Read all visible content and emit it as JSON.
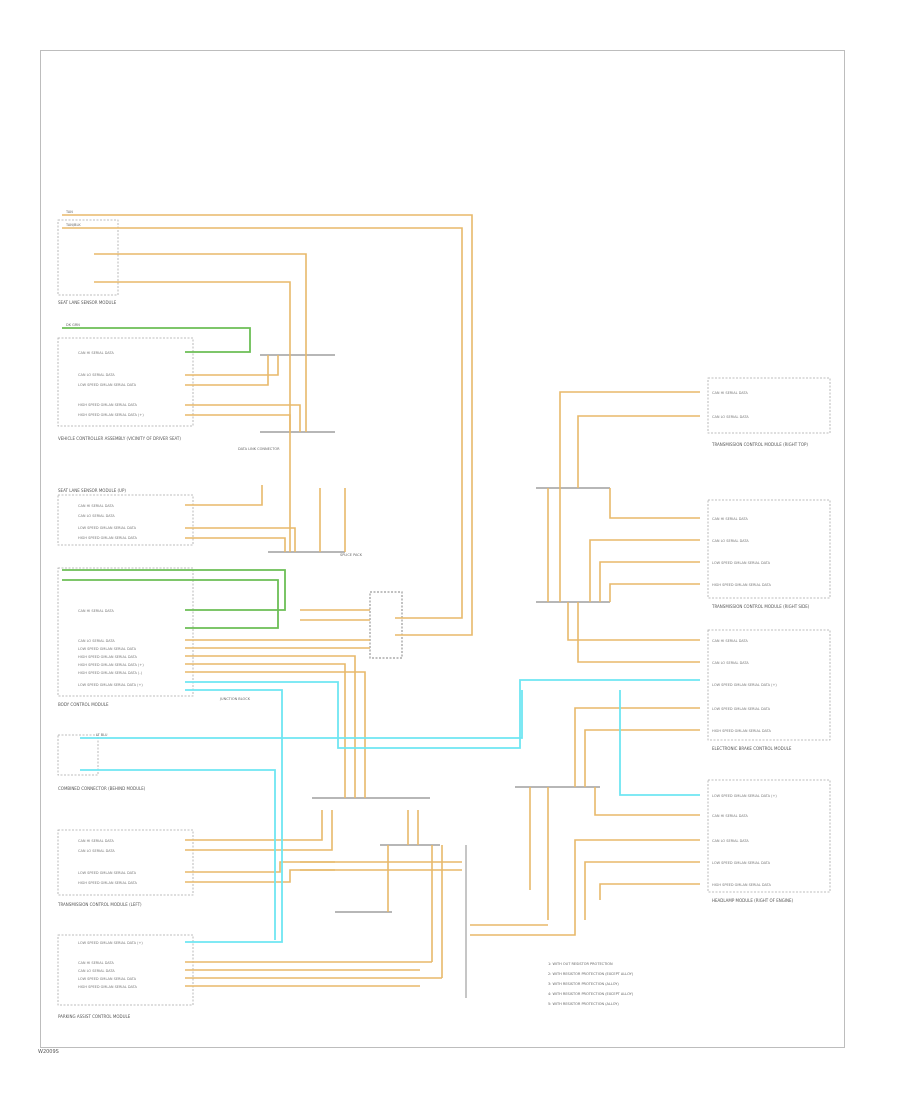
{
  "diagram": {
    "id": "W2009S",
    "colors": {
      "tan": "#e8b96a",
      "tan_black": "#f2cf7a",
      "dark_green": "#6cbf55",
      "light_blue": "#6fe6f2",
      "frame": "#bdbdbd",
      "component": "#9e9e9e"
    },
    "components": [
      {
        "key": "seat_sensor",
        "label": "SEAT LANE SENSOR MODULE"
      },
      {
        "key": "vehicle_controller",
        "label": "VEHICLE CONTROLLER ASSEMBLY (VICINITY OF DRIVER SEAT)"
      },
      {
        "key": "seat_lane",
        "label": "SEAT LANE SENSOR MODULE (UP)"
      },
      {
        "key": "body_control",
        "label": "BODY CONTROL MODULE"
      },
      {
        "key": "connector",
        "label": "COMBINED CONNECTOR (BEHIND MODULE)"
      },
      {
        "key": "transmission_left",
        "label": "TRANSMISSION CONTROL MODULE (LEFT)"
      },
      {
        "key": "parking_assist",
        "label": "PARKING ASSIST CONTROL MODULE"
      },
      {
        "key": "right_top",
        "label": "TRANSMISSION CONTROL MODULE (RIGHT TOP)"
      },
      {
        "key": "right_mid",
        "label": "TRANSMISSION CONTROL MODULE (RIGHT SIDE)"
      },
      {
        "key": "right_lower",
        "label": "ELECTRONIC BRAKE CONTROL MODULE"
      },
      {
        "key": "right_bottom",
        "label": "HEADLAMP MODULE (RIGHT OF ENGINE)"
      }
    ],
    "pins": [
      "CAN HI SERIAL DATA",
      "CAN LO SERIAL DATA",
      "LOW SPEED GMLAN SERIAL DATA",
      "HIGH SPEED GMLAN SERIAL DATA",
      "HIGH SPEED GMLAN SERIAL DATA (+)",
      "HIGH SPEED GMLAN SERIAL DATA (-)",
      "LOW SPEED GMLAN SERIAL DATA (+)"
    ],
    "wire_colors": [
      "TAN",
      "TAN/BLK",
      "DK GRN",
      "LT BLU"
    ],
    "junctions": [
      "DATA LINK CONNECTOR",
      "SPLICE PACK",
      "JUNCTION BLOCK"
    ],
    "legend": [
      "1: WITH OUT RESISTOR PROTECTION",
      "2: WITH RESISTOR PROTECTION (EXCEPT ALLOY)",
      "3: WITH RESISTOR PROTECTION (ALLOY)",
      "4: WITH RESISTOR PROTECTION (EXCEPT ALLOY)",
      "5: WITH RESISTOR PROTECTION (ALLOY)"
    ]
  }
}
